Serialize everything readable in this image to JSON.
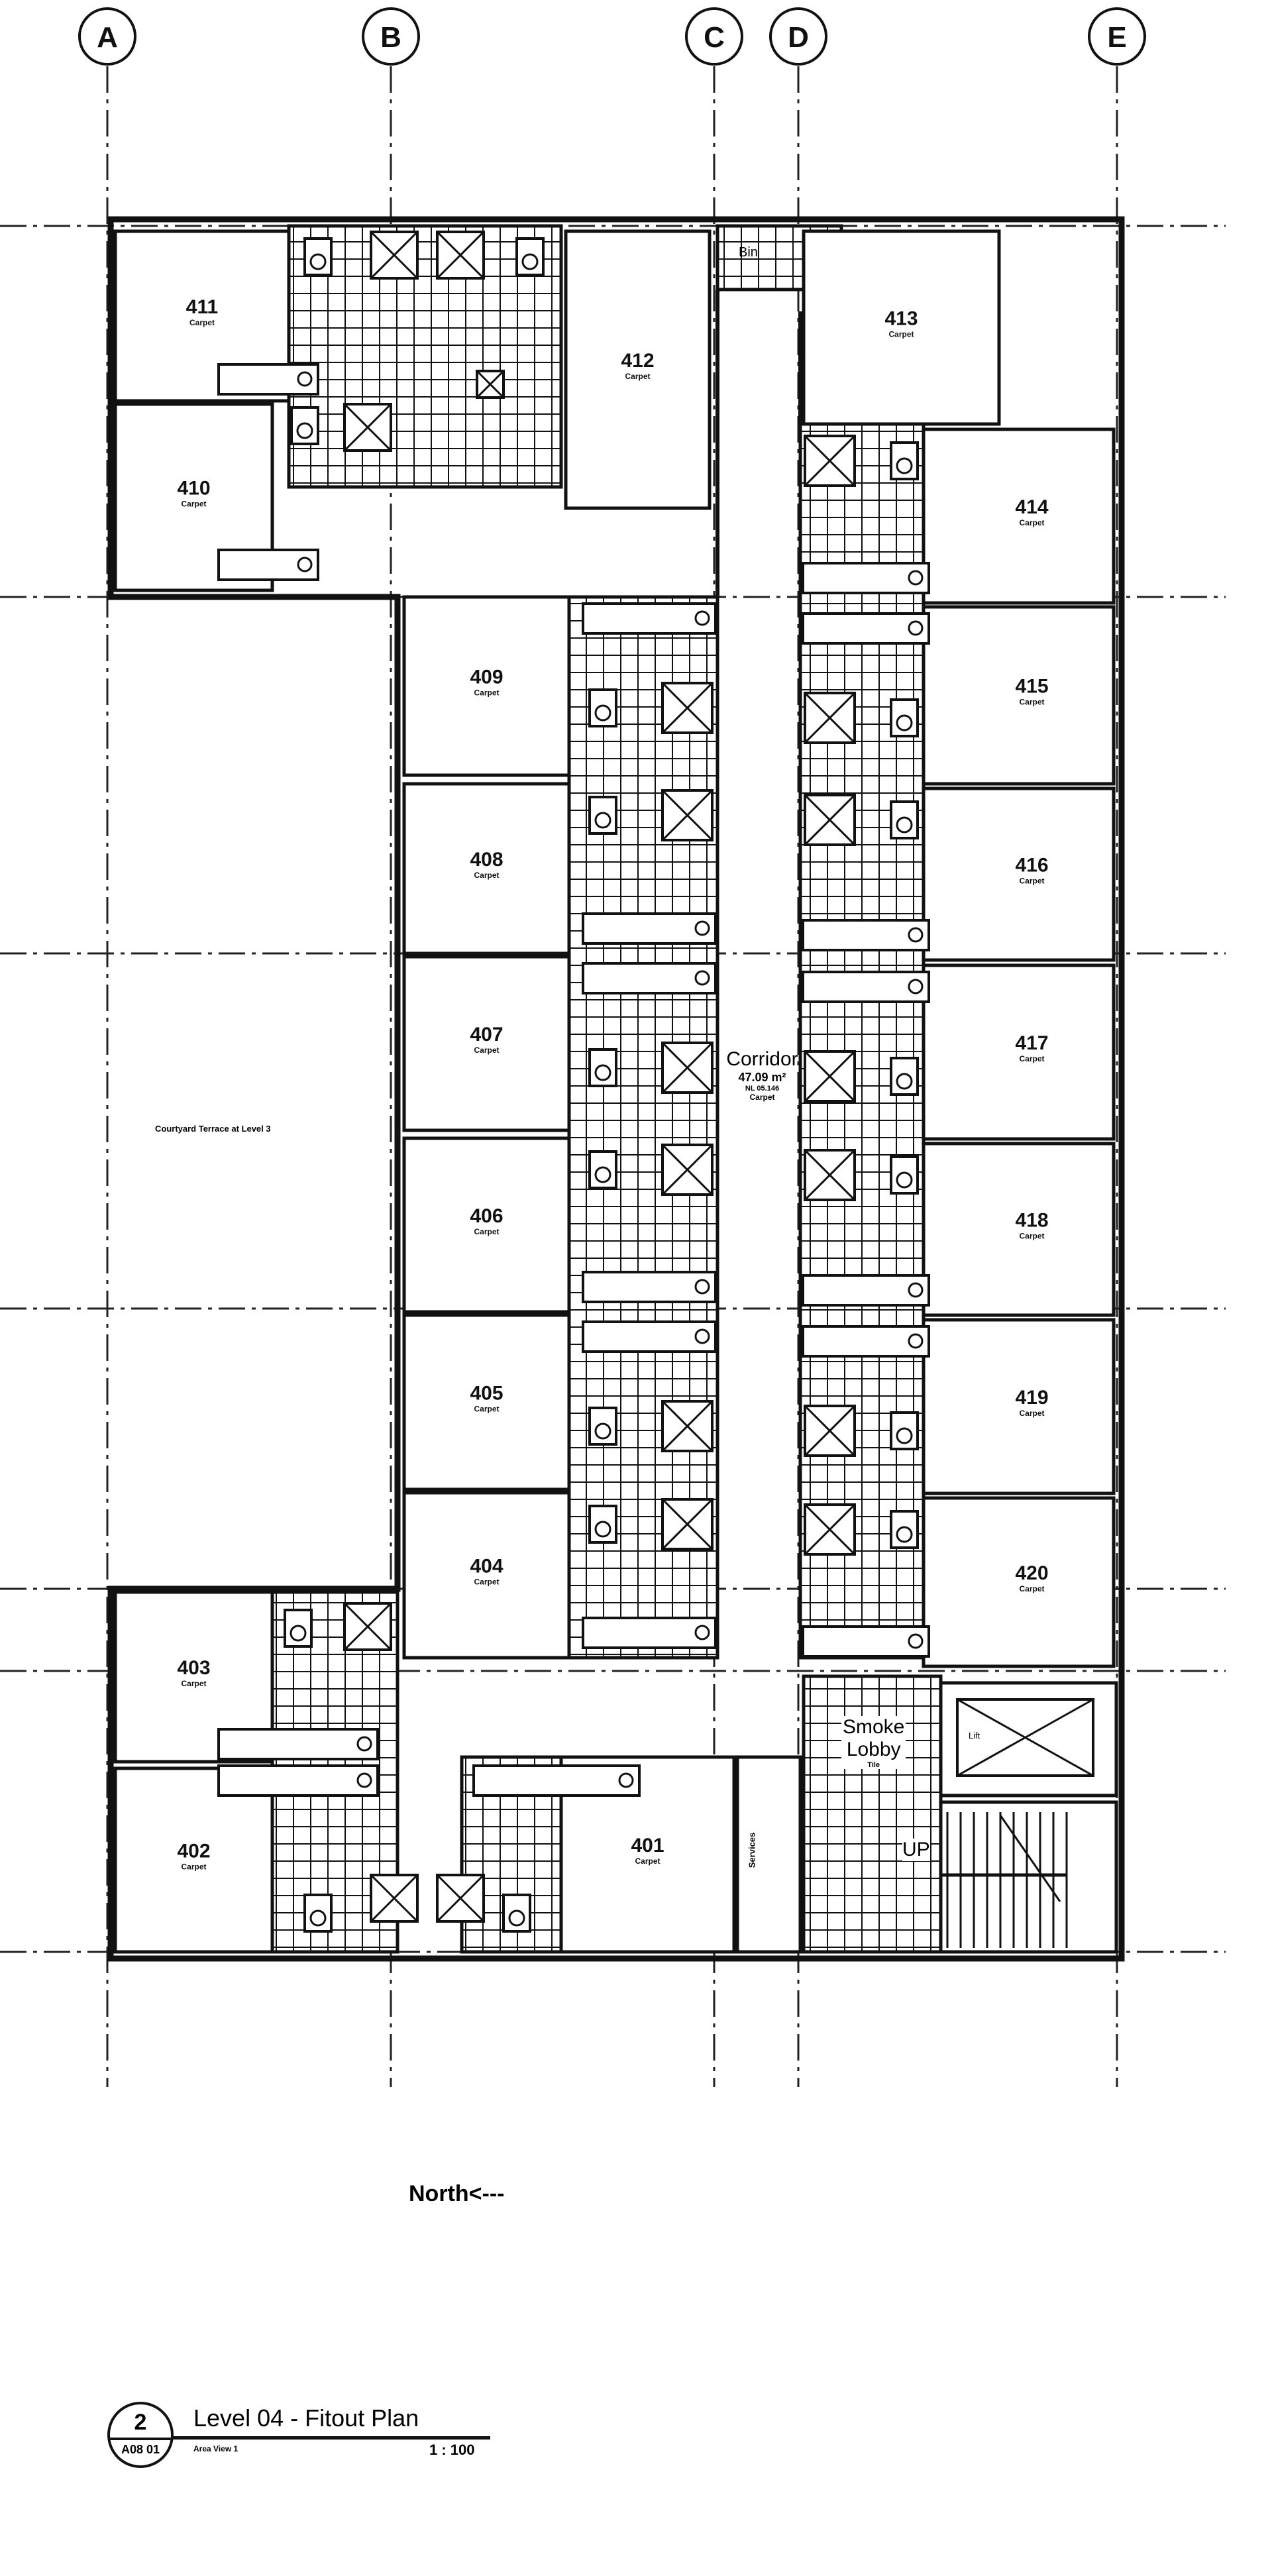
{
  "grid_labels": [
    "A",
    "B",
    "C",
    "D",
    "E"
  ],
  "rooms": [
    {
      "number": "411",
      "finish": "Carpet"
    },
    {
      "number": "410",
      "finish": "Carpet"
    },
    {
      "number": "412",
      "finish": "Carpet"
    },
    {
      "number": "409",
      "finish": "Carpet"
    },
    {
      "number": "408",
      "finish": "Carpet"
    },
    {
      "number": "407",
      "finish": "Carpet"
    },
    {
      "number": "406",
      "finish": "Carpet"
    },
    {
      "number": "405",
      "finish": "Carpet"
    },
    {
      "number": "404",
      "finish": "Carpet"
    },
    {
      "number": "413",
      "finish": "Carpet"
    },
    {
      "number": "414",
      "finish": "Carpet"
    },
    {
      "number": "415",
      "finish": "Carpet"
    },
    {
      "number": "416",
      "finish": "Carpet"
    },
    {
      "number": "417",
      "finish": "Carpet"
    },
    {
      "number": "418",
      "finish": "Carpet"
    },
    {
      "number": "419",
      "finish": "Carpet"
    },
    {
      "number": "420",
      "finish": "Carpet"
    },
    {
      "number": "403",
      "finish": "Carpet"
    },
    {
      "number": "402",
      "finish": "Carpet"
    },
    {
      "number": "401",
      "finish": "Carpet"
    }
  ],
  "corridor": {
    "name": "Corridor",
    "area": "47.09 m²",
    "code": "NL 05.146",
    "finish": "Carpet"
  },
  "courtyard_label": "Courtyard Terrace at Level 3",
  "bin_label": "Bin",
  "services_label": "Services",
  "smoke_lobby": {
    "line1": "Smoke",
    "line2": "Lobby",
    "finish": "Tile"
  },
  "lift_label": "Lift",
  "stair_label": "UP",
  "north_label": "North<---",
  "title_block": {
    "number": "2",
    "sheet": "A08 01",
    "title": "Level 04 - Fitout Plan",
    "subtitle": "Area View 1",
    "scale": "1 : 100"
  }
}
